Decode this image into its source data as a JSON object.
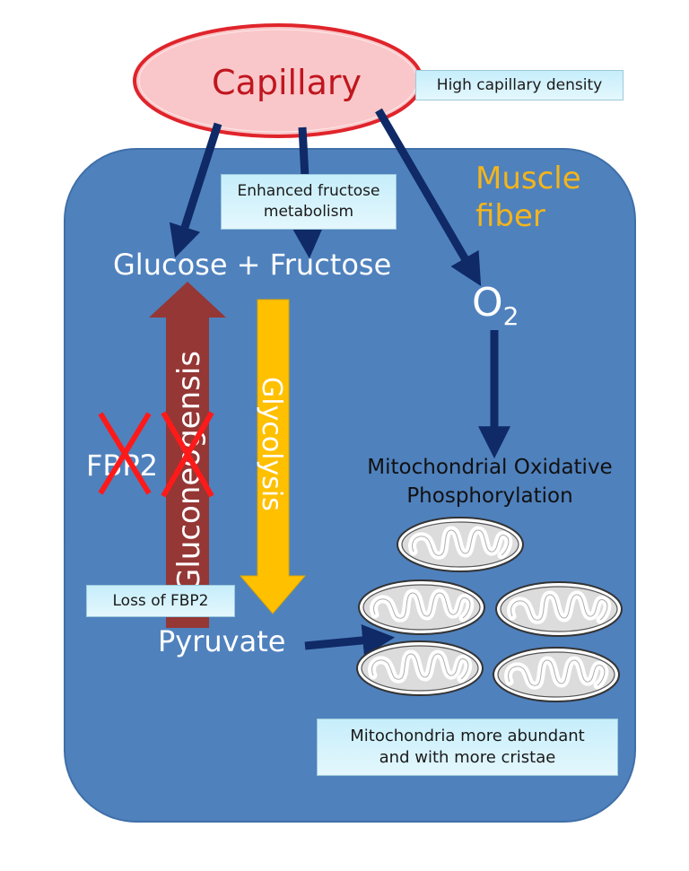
{
  "diagram": {
    "capillary": {
      "label": "Capillary",
      "fill": "#f9c7c9",
      "stroke": "#e0242b",
      "text_color": "#c0161f"
    },
    "cell": {
      "label_line1": "Muscle",
      "label_line2": "fiber",
      "fill": "#4f81bd",
      "label_color": "#f3b51c"
    },
    "callouts": {
      "capillary_density": "High capillary density",
      "fructose_line1": "Enhanced fructose",
      "fructose_line2": "metabolism",
      "loss_fbp2": "Loss of FBP2",
      "mito_line1": "Mitochondria more abundant",
      "mito_line2": "and with more cristae"
    },
    "nodes": {
      "sugars": "Glucose + Fructose",
      "oxygen": "O",
      "oxygen_subscript": "2",
      "pyruvate": "Pyruvate",
      "oxphos_line1": "Mitochondrial Oxidative",
      "oxphos_line2": "Phosphorylation",
      "fbp2": "FBP2"
    },
    "pathways": {
      "gluconeogenesis": {
        "label": "Gluconeogensis",
        "color": "#953735",
        "direction": "up",
        "blocked": true
      },
      "glycolysis": {
        "label": "Glycolysis",
        "color": "#ffc000",
        "direction": "down"
      }
    },
    "arrow_color": "#0f2a66",
    "block_mark_color": "#ff1a1a",
    "mitochondria_count": 5
  }
}
